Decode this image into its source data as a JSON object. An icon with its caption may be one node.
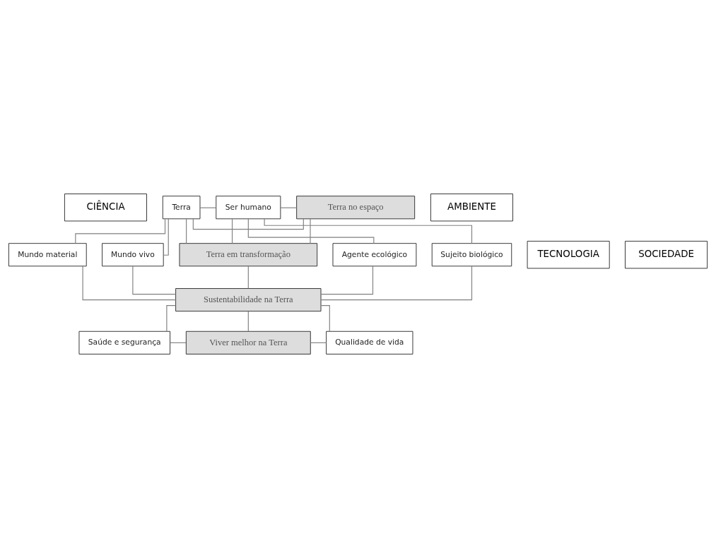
{
  "diagram": {
    "nodes": [
      {
        "text": [
          "CIÊNCIA"
        ]
      },
      {
        "text": [
          "Terra no espaço"
        ]
      },
      {
        "text": [
          "Terra"
        ]
      },
      {
        "text": [
          "Ser humano"
        ]
      },
      {
        "text": [
          "TECNOLOGIA"
        ]
      },
      {
        "text": [
          "Terra em transformação"
        ]
      },
      {
        "text": [
          "Mundo material"
        ]
      },
      {
        "text": [
          "Mundo vivo"
        ]
      },
      {
        "text": [
          "Agente ecológico"
        ]
      },
      {
        "text": [
          "Sujeito biológico"
        ]
      },
      {
        "text": [
          "SOCIEDADE"
        ]
      },
      {
        "text": [
          "Sustentabilidade na Terra"
        ]
      },
      {
        "text": [
          "Saúde e segurança"
        ]
      },
      {
        "text": [
          "Qualidade de vida"
        ]
      },
      {
        "text": [
          "Viver melhor na Terra"
        ]
      },
      {
        "text": [
          "AMBIENTE"
        ]
      }
    ],
    "edges": [
      {
        "from": 2,
        "to": 3,
        "arrow": "none"
      },
      {
        "from": 2,
        "to": 1,
        "arrow": "none"
      },
      {
        "from": 2,
        "to": 5,
        "arrow": "none"
      },
      {
        "from": 3,
        "to": 1,
        "arrow": "none"
      },
      {
        "from": 3,
        "to": 5,
        "arrow": "none"
      },
      {
        "from": 1,
        "to": 5,
        "arrow": "none"
      },
      {
        "from": 2,
        "to": 6,
        "arrow": "none"
      },
      {
        "from": 2,
        "to": 7,
        "arrow": "none"
      },
      {
        "from": 3,
        "to": 8,
        "arrow": "none"
      },
      {
        "from": 3,
        "to": 9,
        "arrow": "none"
      },
      {
        "from": 5,
        "to": 11,
        "arrow": "none"
      },
      {
        "from": 6,
        "to": 11,
        "arrow": "none"
      },
      {
        "from": 7,
        "to": 11,
        "arrow": "none"
      },
      {
        "from": 8,
        "to": 11,
        "arrow": "none"
      },
      {
        "from": 9,
        "to": 11,
        "arrow": "none"
      },
      {
        "from": 11,
        "to": 12,
        "arrow": "none"
      },
      {
        "from": 11,
        "to": 13,
        "arrow": "none"
      },
      {
        "from": 11,
        "to": 14,
        "arrow": "none"
      },
      {
        "from": 12,
        "to": 14,
        "arrow": "none"
      },
      {
        "from": 14,
        "to": 13,
        "arrow": "none"
      }
    ]
  }
}
